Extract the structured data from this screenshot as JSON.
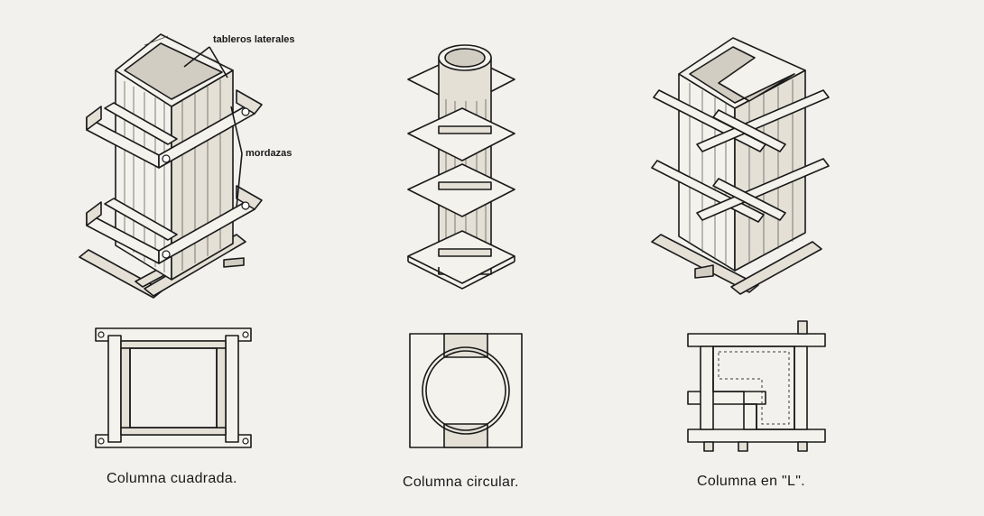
{
  "labels": {
    "callout_tableros": "tableros laterales",
    "callout_mordazas": "mordazas",
    "caption_square": "Columna  cuadrada.",
    "caption_circular": "Columna circular.",
    "caption_l": "Columna  en \"L\"."
  }
}
